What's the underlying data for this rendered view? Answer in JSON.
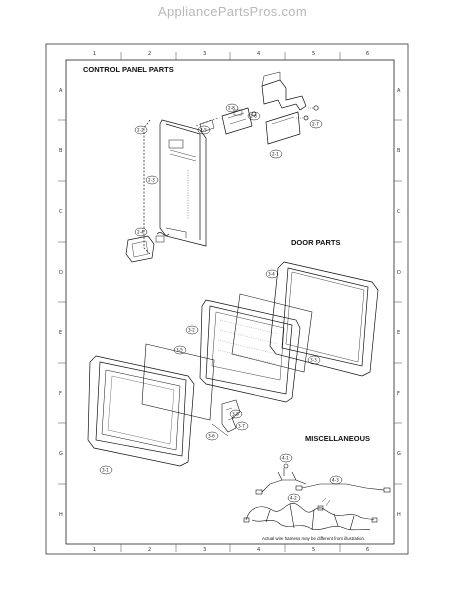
{
  "watermark": "AppliancePartsPros.com",
  "sections": {
    "control_panel": "CONTROL PANEL PARTS",
    "door": "DOOR PARTS",
    "misc": "MISCELLANEOUS"
  },
  "note": "Actual wire harness may be different from illustration.",
  "columns": [
    "1",
    "2",
    "3",
    "4",
    "5",
    "6"
  ],
  "rows": [
    "A",
    "B",
    "C",
    "D",
    "E",
    "F",
    "G",
    "H"
  ],
  "part_labels": {
    "p22": "2-2",
    "p23": "2-3",
    "p24": "2-4",
    "p25": "2-5",
    "p26": "2-6",
    "p27": "2-7",
    "p21": "2-1",
    "p28": "2-8",
    "p31": "3-1",
    "p32": "3-2",
    "p33": "3-3",
    "p34": "3-4",
    "p35": "3-5",
    "p36": "3-6",
    "p37": "3-7",
    "p38": "3-8",
    "p41": "4-1",
    "p42": "4-2",
    "p43": "4-3"
  }
}
